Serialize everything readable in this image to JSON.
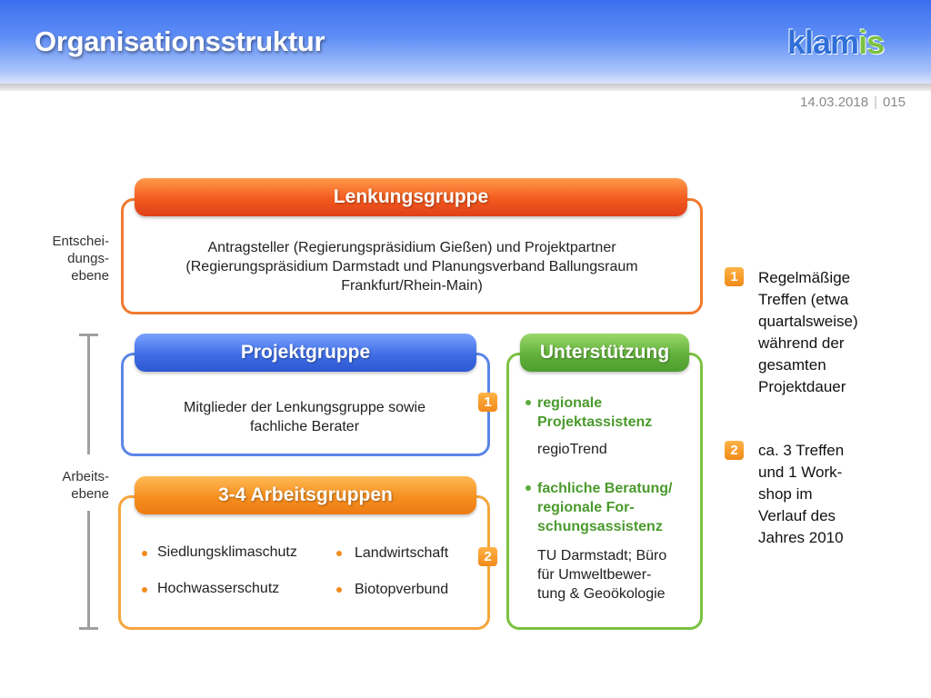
{
  "header": {
    "title": "Organisationsstruktur",
    "logo_a": "klam",
    "logo_b": "is",
    "date": "14.03.2018",
    "separator": "|",
    "page": "015"
  },
  "levels": {
    "decision": [
      "Entschei-",
      "dungs-",
      "ebene"
    ],
    "work": [
      "Arbeits-",
      "ebene"
    ]
  },
  "lenkungsgruppe": {
    "title": "Lenkungsgruppe",
    "lines": [
      "Antragsteller (Regierungspräsidium Gießen) und Projektpartner",
      "(Regierungspräsidium Darmstadt und Planungsverband Ballungsraum",
      "Frankfurt/Rhein-Main)"
    ]
  },
  "projektgruppe": {
    "title": "Projektgruppe",
    "lines": [
      "Mitglieder der Lenkungsgruppe sowie",
      "fachliche Berater"
    ]
  },
  "arbeitsgruppen": {
    "title": "3-4 Arbeitsgruppen",
    "items": [
      "Siedlungsklimaschutz",
      "Landwirtschaft",
      "Hochwasserschutz",
      "Biotopverbund"
    ]
  },
  "unterstuetzung": {
    "title": "Unterstützung",
    "item1": [
      "regionale",
      "Projektassistenz"
    ],
    "item1_sub": "regioTrend",
    "item2": [
      "fachliche Beratung/",
      "regionale For-",
      "schungsassistenz"
    ],
    "item2_sub": [
      "TU Darmstadt; Büro",
      "für Umweltbewer-",
      "tung & Geoökologie"
    ]
  },
  "badges": {
    "one": "1",
    "two": "2"
  },
  "notes": {
    "one": [
      "Regelmäßige",
      "Treffen (etwa",
      "quartalsweise)",
      "während der",
      "gesamten",
      "Projektdauer"
    ],
    "two": [
      "ca. 3 Treffen",
      "und 1 Work-",
      "shop im",
      "Verlauf des",
      "Jahres 2010"
    ]
  },
  "colors": {
    "red": "#f25a1e",
    "blue": "#3f6ee6",
    "orange": "#f58f1f",
    "green": "#62b13b"
  }
}
